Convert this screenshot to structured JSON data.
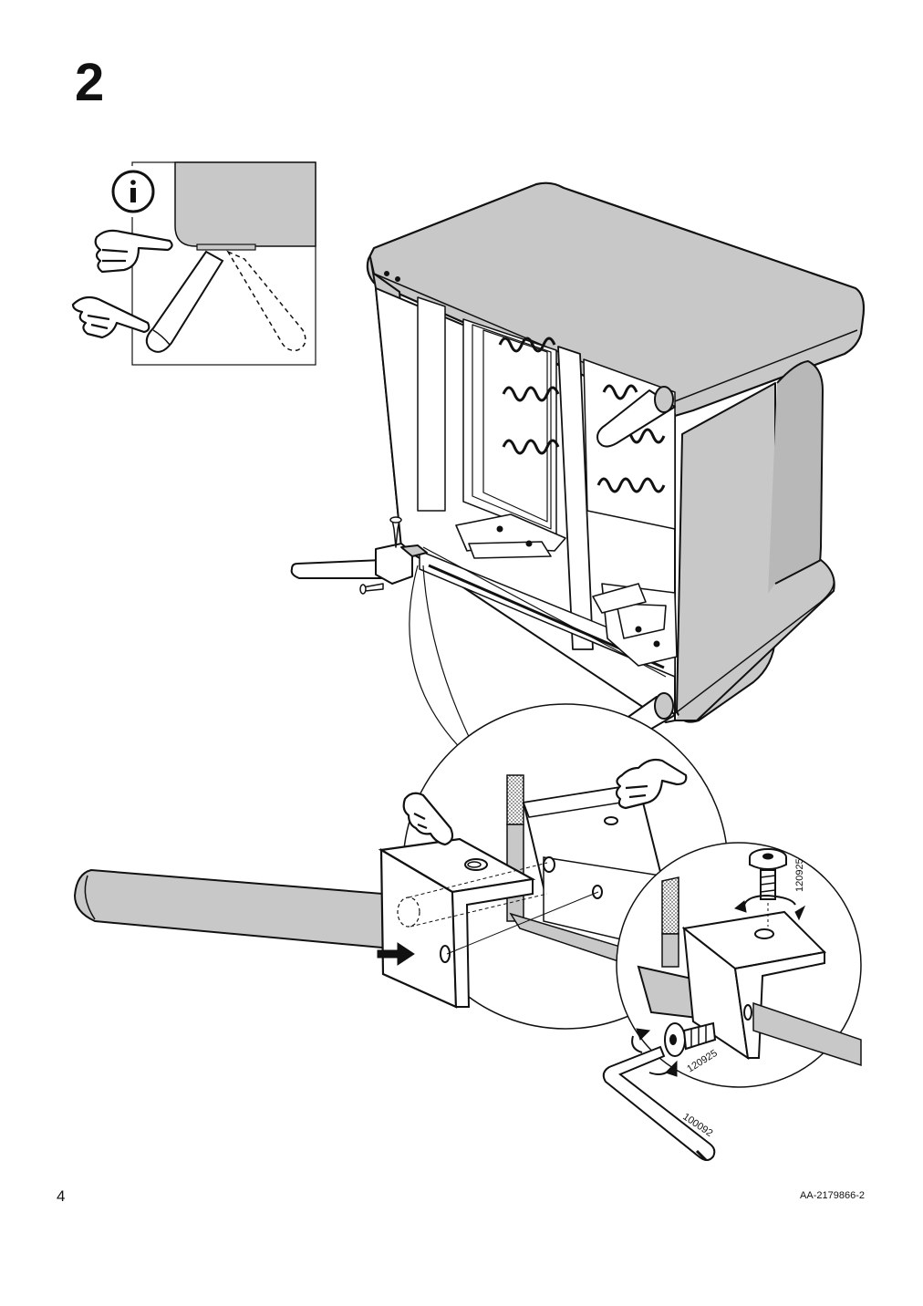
{
  "step": {
    "number": "2"
  },
  "info_panel": {
    "icon": "info-icon"
  },
  "parts": {
    "screw_top": "120925",
    "screw_side": "120925",
    "allen_key": "100092"
  },
  "footer": {
    "page_number": "4",
    "doc_code": "AA-2179866-2"
  },
  "colors": {
    "upholstery": "#c8c8c8",
    "upholstery_dark": "#b0b0b0",
    "line": "#111111",
    "frame": "#ffffff"
  }
}
